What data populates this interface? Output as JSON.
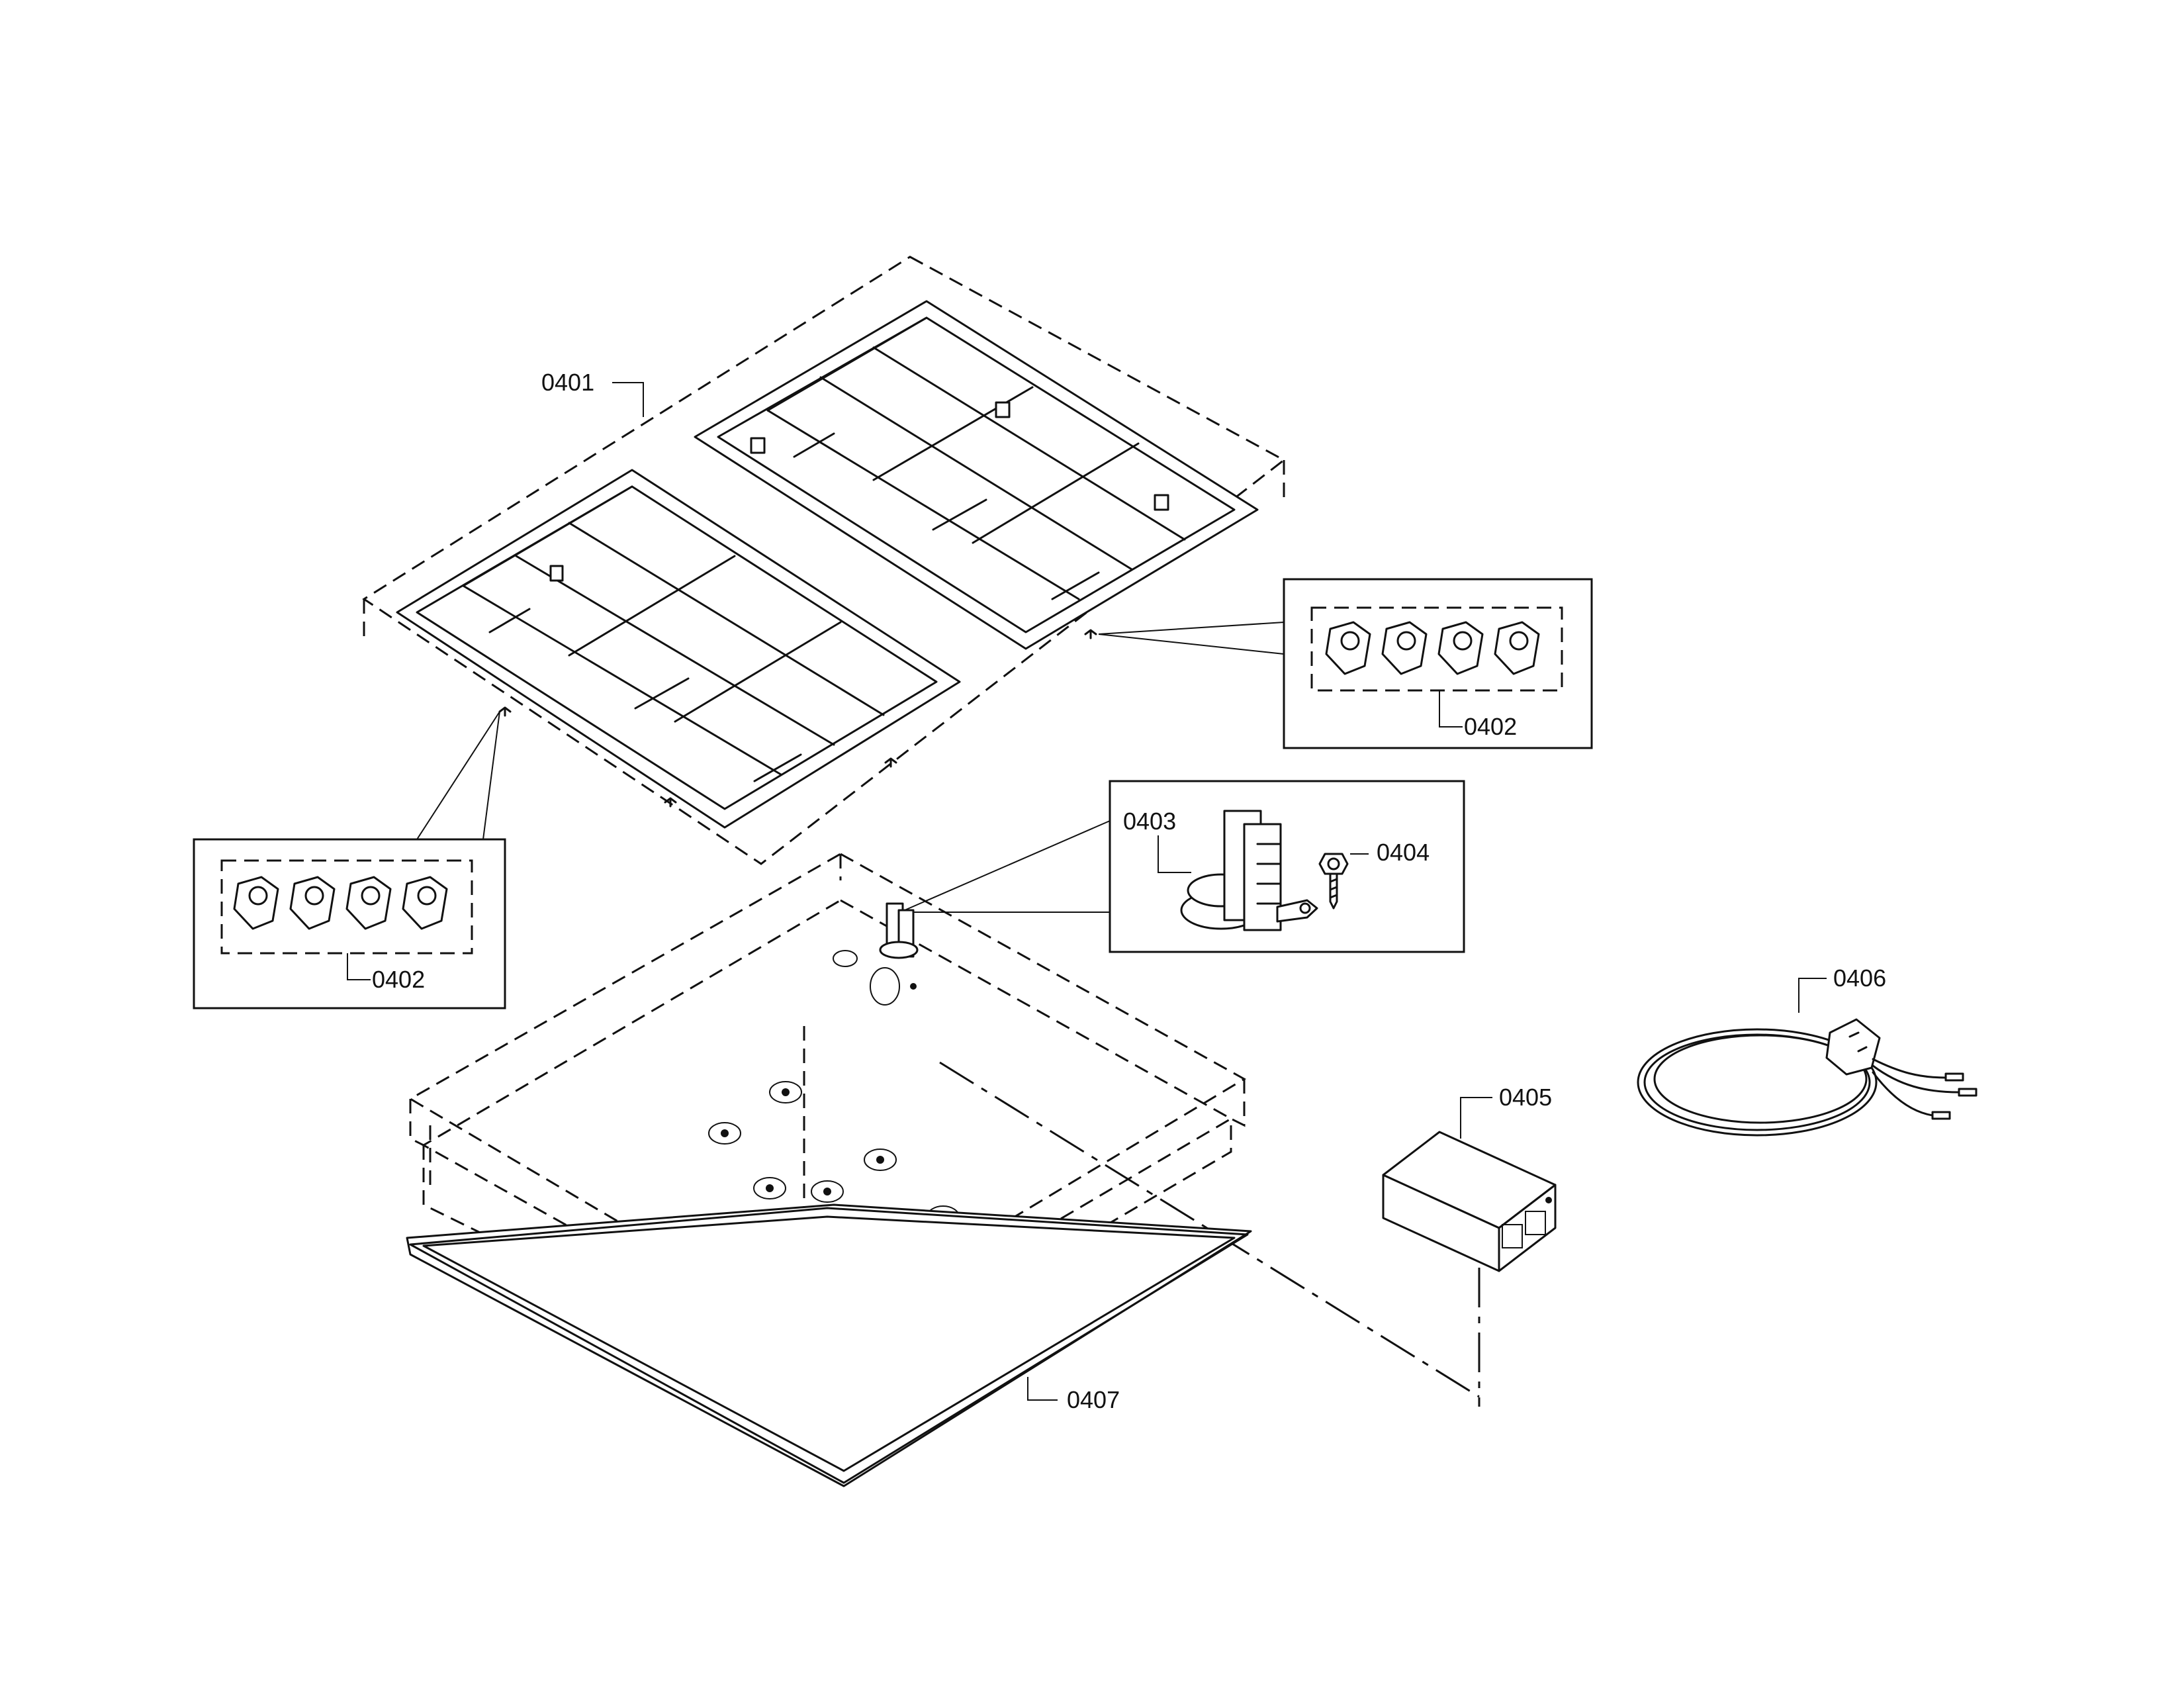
{
  "diagram": {
    "labels": {
      "grates": "0401",
      "grate_feet_right": "0402",
      "grate_feet_left": "0402",
      "terminal_block": "0403",
      "screw": "0404",
      "junction_box": "0405",
      "power_cord": "0406",
      "gasket": "0407"
    }
  }
}
